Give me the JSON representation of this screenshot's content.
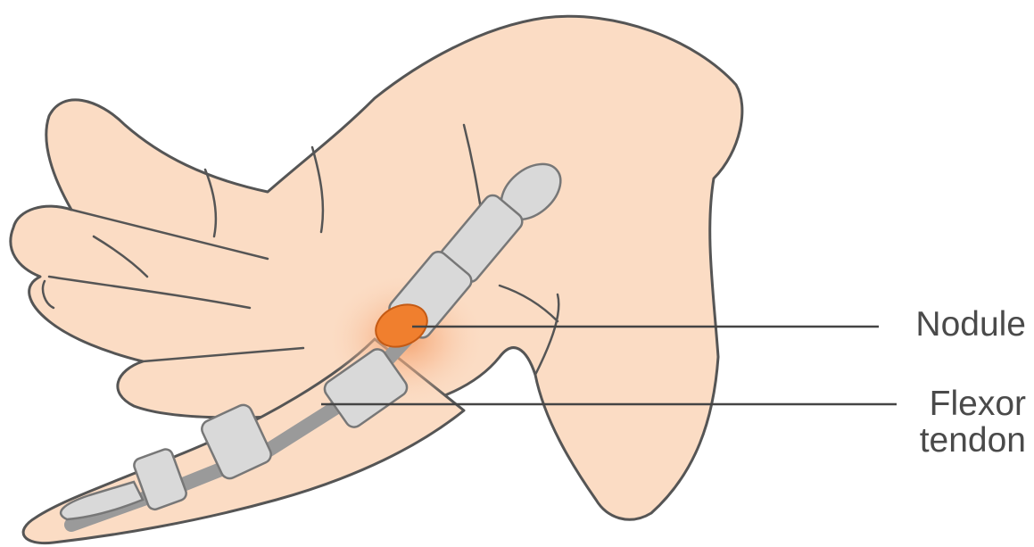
{
  "labels": {
    "nodule": "Nodule",
    "flexor_line1": "Flexor",
    "flexor_line2": "tendon"
  },
  "colors": {
    "skin": "#fbdcc4",
    "outline": "#555555",
    "bone": "#d9d9d9",
    "tendon": "#9a9a9a",
    "nodule": "#f07f2e",
    "inflammation": "#f6a572",
    "text": "#4a4a4a"
  }
}
